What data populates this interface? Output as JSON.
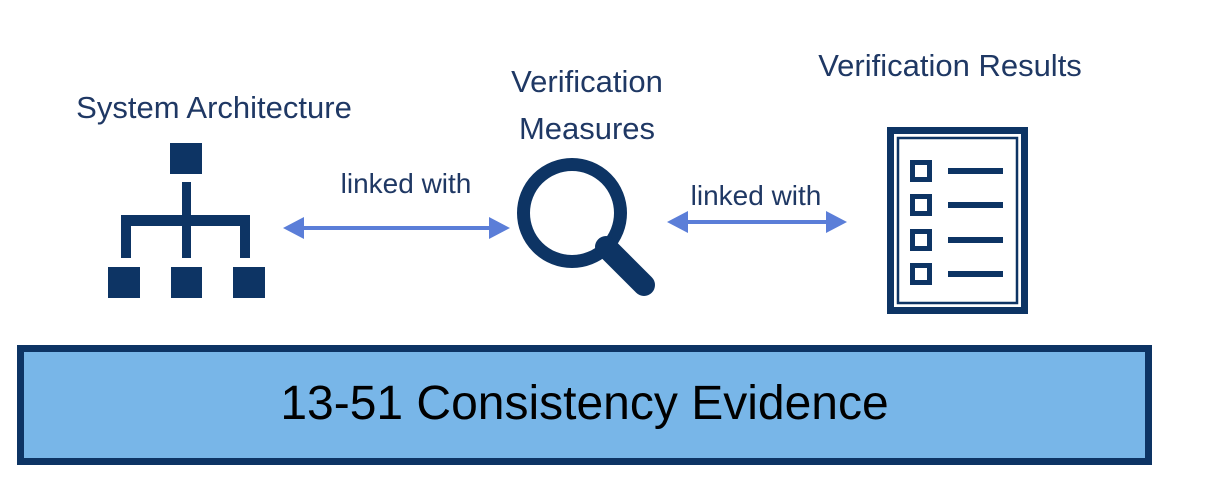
{
  "colors": {
    "navy_icon": "#0d3464",
    "heading_text": "#1f3864",
    "arrow_blue": "#5b7ed8",
    "banner_fill": "#78b6e8",
    "banner_border": "#0d3464",
    "banner_text_color": "#000000",
    "background": "#ffffff"
  },
  "diagram": {
    "nodes": [
      {
        "id": "system-architecture",
        "label": "System Architecture",
        "icon": "org-chart-icon"
      },
      {
        "id": "verification-measures",
        "label": "Verification Measures",
        "icon": "magnifying-glass-icon"
      },
      {
        "id": "verification-results",
        "label": "Verification Results",
        "icon": "checklist-document-icon"
      }
    ],
    "connectors": [
      {
        "from": "system-architecture",
        "to": "verification-measures",
        "label": "linked with",
        "style": "double-arrow"
      },
      {
        "from": "verification-measures",
        "to": "verification-results",
        "label": "linked with",
        "style": "double-arrow"
      }
    ]
  },
  "banner": {
    "label": "13-51 Consistency Evidence"
  }
}
